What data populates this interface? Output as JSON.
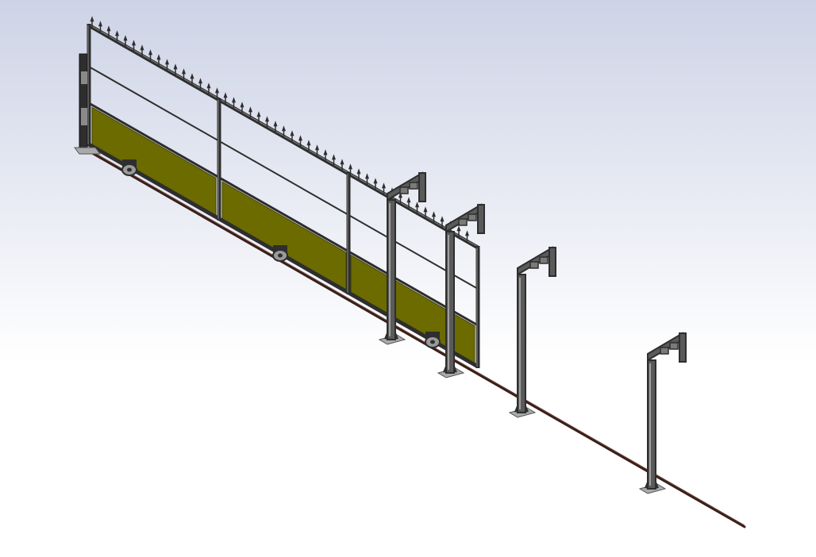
{
  "view": {
    "background_top": "#cdd3e6",
    "background_bottom": "#ffffff"
  },
  "model": {
    "frame_color": "#2e2e2e",
    "frame_highlight": "#8a8a8a",
    "panel_color": "#6b6b00",
    "panel_edge": "#3f3f00",
    "rail_color": "#3a1e18",
    "base_plate_color": "#a9a9a9",
    "components": [
      {
        "name": "sliding-gate",
        "icon": "gate-icon"
      },
      {
        "name": "guide-posts",
        "count": 4,
        "icon": "post-icon"
      },
      {
        "name": "ground-rail",
        "icon": "rail-icon"
      },
      {
        "name": "gate-wheels",
        "count": 3,
        "icon": "wheel-icon"
      },
      {
        "name": "spike-finials",
        "icon": "spike-icon"
      }
    ]
  }
}
